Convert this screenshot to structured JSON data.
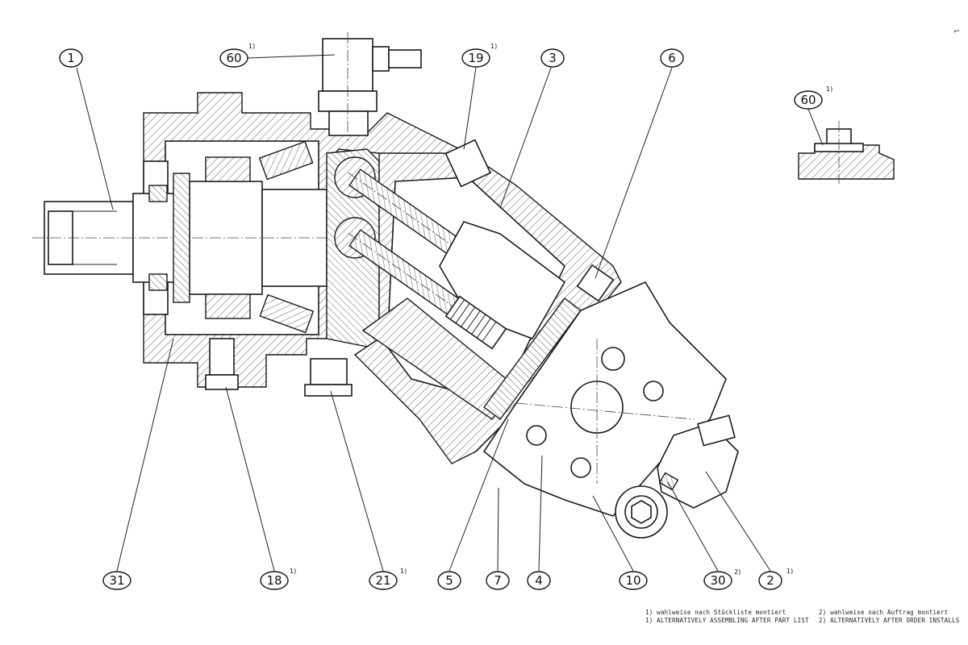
{
  "callouts": [
    {
      "id": "1",
      "sup": ""
    },
    {
      "id": "60",
      "sup": "1)"
    },
    {
      "id": "19",
      "sup": "1)"
    },
    {
      "id": "3",
      "sup": ""
    },
    {
      "id": "6",
      "sup": ""
    },
    {
      "id": "60",
      "sup": "1)"
    },
    {
      "id": "31",
      "sup": ""
    },
    {
      "id": "18",
      "sup": "1)"
    },
    {
      "id": "21",
      "sup": "1)"
    },
    {
      "id": "5",
      "sup": ""
    },
    {
      "id": "7",
      "sup": ""
    },
    {
      "id": "4",
      "sup": ""
    },
    {
      "id": "10",
      "sup": ""
    },
    {
      "id": "30",
      "sup": "2)"
    },
    {
      "id": "2",
      "sup": "1)"
    }
  ],
  "footnotes": {
    "left": [
      "1) wahlweise nach Stückliste montiert",
      "1) ALTERNATIVELY ASSEMBLING AFTER PART LIST"
    ],
    "right": [
      "2) wahlweise nach Auftrag montiert",
      "2) ALTERNATIVELY AFTER ORDER INSTALLS"
    ]
  },
  "corner_mark": "⌐"
}
